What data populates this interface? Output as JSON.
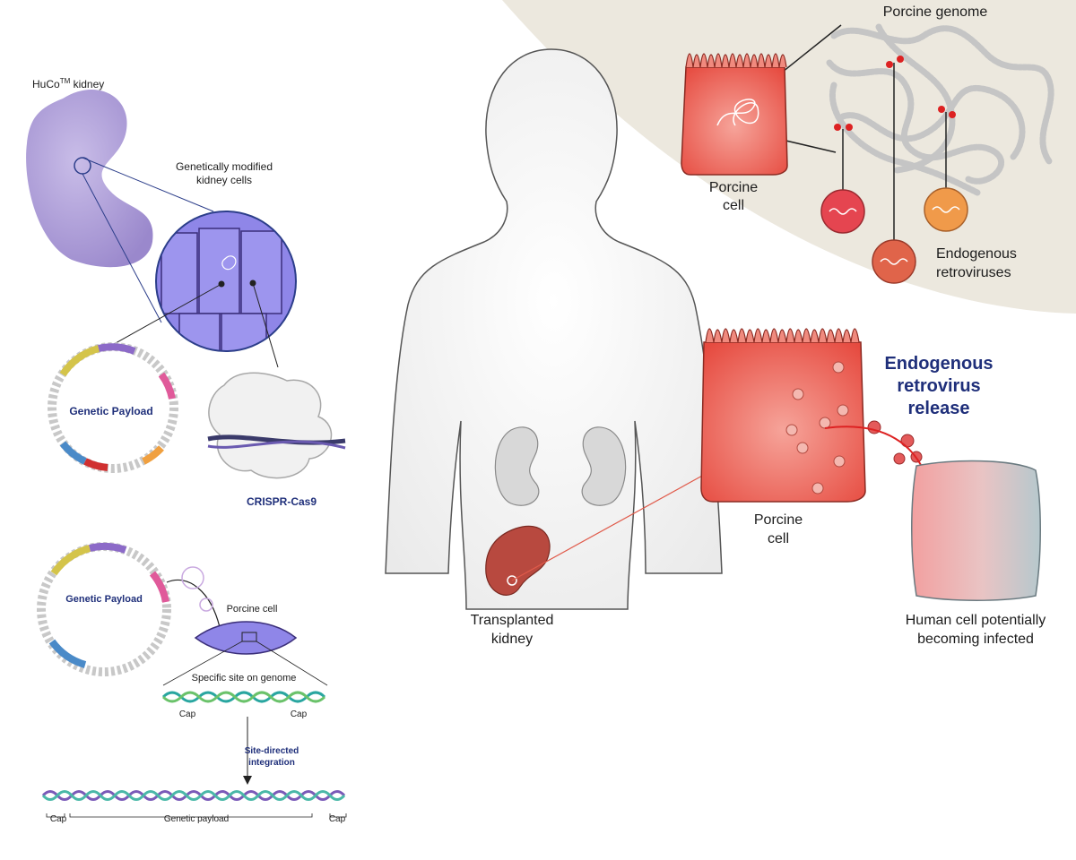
{
  "left_panel": {
    "kidney_label_base": "HuCo",
    "kidney_label_sup": "TM",
    "kidney_label_rest": " kidney",
    "cells_label_line1": "Genetically modified",
    "cells_label_line2": "kidney cells",
    "payload_label": "Genetic Payload",
    "crispr_label": "CRISPR-Cas9",
    "payload_label_2": "Genetic Payload",
    "porcine_cell_small": "Porcine cell",
    "site_label": "Specific site on genome",
    "cap_left": "Cap",
    "cap_right": "Cap",
    "integration_line1": "Site-directed",
    "integration_line2": "integration",
    "bottom_cap_left": "Cap",
    "bottom_payload": "Genetic payload",
    "bottom_cap_right": "Cap"
  },
  "right_panel": {
    "genome_label": "Porcine genome",
    "porcine_cell_top_line1": "Porcine",
    "porcine_cell_top_line2": "cell",
    "retro_label_line1": "Endogenous",
    "retro_label_line2": "retroviruses",
    "release_line1": "Endogenous",
    "release_line2": "retrovirus",
    "release_line3": "release",
    "porcine_cell_mid_line1": "Porcine",
    "porcine_cell_mid_line2": "cell",
    "transplant_line1": "Transplanted",
    "transplant_line2": "kidney",
    "human_cell_line1": "Human cell potentially",
    "human_cell_line2": "becoming infected"
  },
  "colors": {
    "porcine_cell": "#e8574a",
    "kidney_purple": "#a898d4",
    "modified_cells": "#8f86e8",
    "navy_label": "#1f2f7a",
    "genome_bg": "#ede9df",
    "human_cell": "#b9c9cf",
    "transplanted_kidney": "#b8493f"
  }
}
